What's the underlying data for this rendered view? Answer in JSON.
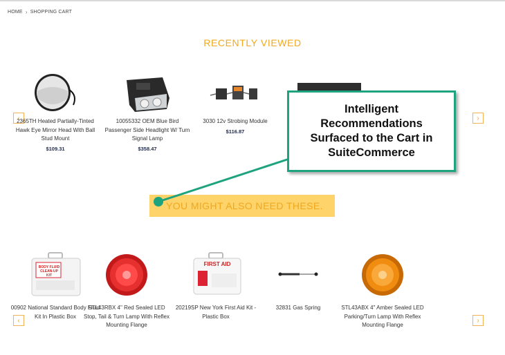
{
  "breadcrumb": {
    "home": "HOME",
    "separator": "›",
    "current": "SHOPPING CART"
  },
  "recently_viewed": {
    "title": "RECENTLY VIEWED",
    "prev_icon": "chevron-left-icon",
    "next_icon": "chevron-right-icon",
    "prev_glyph": "‹",
    "next_glyph": "›",
    "products": [
      {
        "name": "2365TH Heated Partially-Tinted Hawk Eye Mirror Head With Ball Stud Mount",
        "price": "$109.31",
        "icon": "round-mirror-icon"
      },
      {
        "name": "10055332 OEM Blue Bird Passenger Side Headlight W/ Turn Signal Lamp",
        "price": "$358.47",
        "icon": "headlight-icon"
      },
      {
        "name": "3030 12v Strobing Module",
        "price": "$116.87",
        "icon": "strobe-module-icon"
      }
    ]
  },
  "might_need": {
    "title": "YOU MIGHT ALSO NEED THESE.",
    "prev_glyph": "‹",
    "next_glyph": "›",
    "products": [
      {
        "name": "00902 National Standard Body Fluid Kit In Plastic Box",
        "icon": "body-fluid-kit-icon",
        "kit_label": "BODY FLUID CLEAN-UP KIT"
      },
      {
        "name": "STL43RBX 4\" Red Sealed LED Stop, Tail & Turn Lamp With Reflex Mounting Flange",
        "icon": "red-led-lamp-icon"
      },
      {
        "name": "20219SP New York First Aid Kit - Plastic Box",
        "icon": "first-aid-kit-icon",
        "kit_label": "FIRST AID"
      },
      {
        "name": "32831 Gas Spring",
        "icon": "gas-spring-icon"
      },
      {
        "name": "STL43ABX 4\" Amber Sealed LED Parking/Turn Lamp With Reflex Mounting Flange",
        "icon": "amber-led-lamp-icon"
      }
    ]
  },
  "callout": {
    "text": "Intelligent Recommendations Surfaced to the Cart in SuiteCommerce"
  },
  "colors": {
    "accent": "#f2a81d",
    "highlight": "#fdd36a",
    "callout_border": "#1ea37f",
    "price": "#1e2a4a"
  }
}
